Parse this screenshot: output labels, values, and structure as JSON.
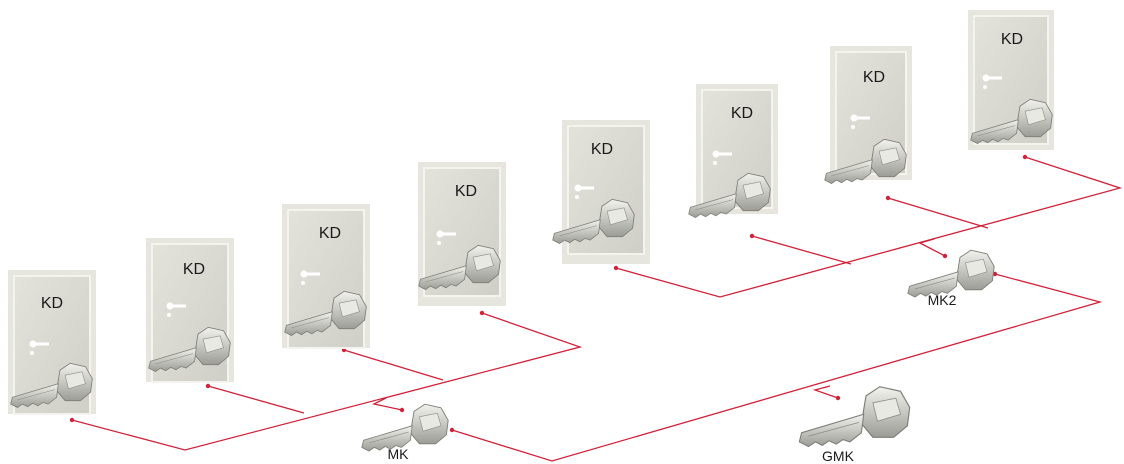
{
  "doors": [
    {
      "label": "KD"
    },
    {
      "label": "KD"
    },
    {
      "label": "KD"
    },
    {
      "label": "KD"
    },
    {
      "label": "KD"
    },
    {
      "label": "KD"
    },
    {
      "label": "KD"
    },
    {
      "label": "KD"
    }
  ],
  "master_keys": [
    {
      "label": "MK"
    },
    {
      "label": "MK2"
    }
  ],
  "grand_master_key": {
    "label": "GMK"
  },
  "colors": {
    "wire": "#d0223a",
    "door_frame": "#e4e4dc",
    "door_panel": "#d6d6cf",
    "key_metal": "#c9c9c4"
  },
  "icons": {
    "door": "door-icon",
    "key": "key-icon"
  }
}
